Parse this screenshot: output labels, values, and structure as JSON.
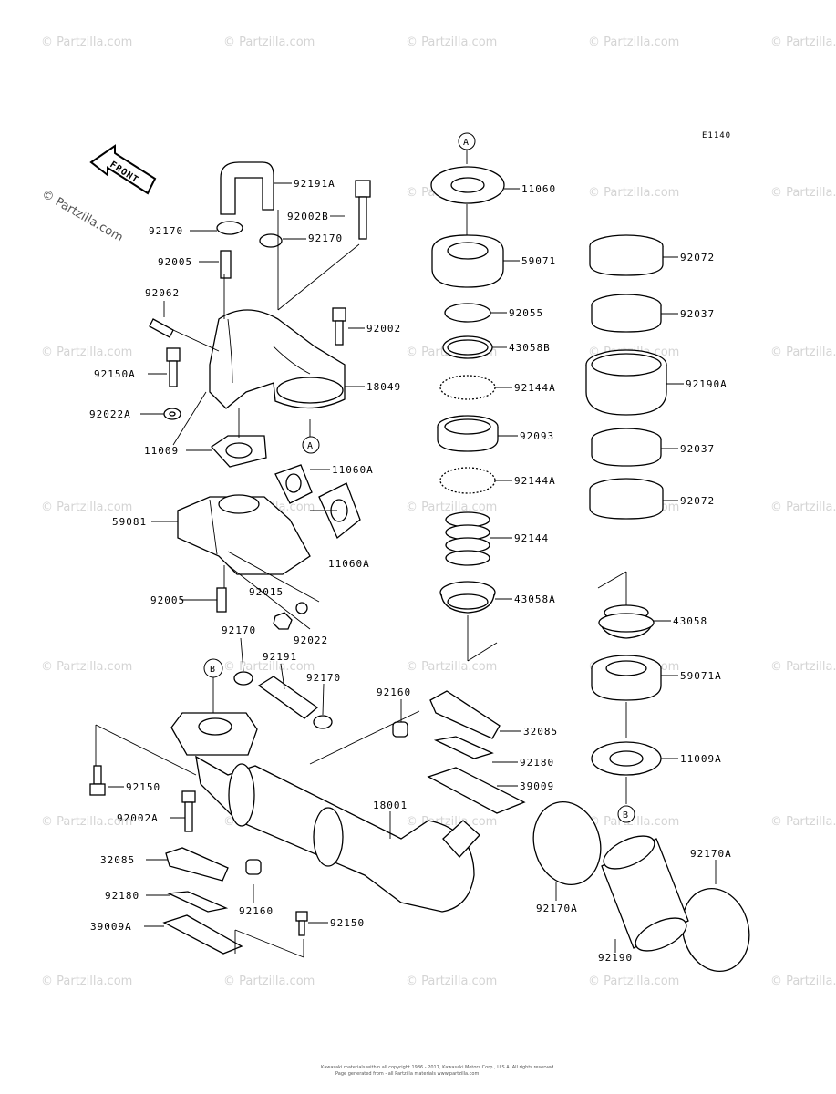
{
  "diagram_code": "E1140",
  "front_label": "FRONT",
  "watermark": "© Partzilla.com",
  "side_watermark": "© Partzilla.com",
  "ref_a": "A",
  "ref_b": "B",
  "footer_line1": "Kawasaki materials within all copyright 1986 - 2017, Kawasaki Motors Corp., U.S.A. All rights reserved.",
  "footer_line2": "Page generated from - all Partzilla materials www.partzilla.com",
  "labels": {
    "p92191A": "92191A",
    "p92002B": "92002B",
    "p92170_a": "92170",
    "p92170_b": "92170",
    "p92005_a": "92005",
    "p92062": "92062",
    "p92002": "92002",
    "p92150A": "92150A",
    "p18049": "18049",
    "p92022A": "92022A",
    "p11009": "11009",
    "p11060A_a": "11060A",
    "p59081": "59081",
    "p11060A_b": "11060A",
    "p92005_b": "92005",
    "p92015": "92015",
    "p92022": "92022",
    "p92170_c": "92170",
    "p92191": "92191",
    "p92170_d": "92170",
    "p92160_a": "92160",
    "p32085_a": "32085",
    "p92180_a": "92180",
    "p39009": "39009",
    "p92150_a": "92150",
    "p92002A": "92002A",
    "p18001": "18001",
    "p32085_b": "32085",
    "p92180_b": "92180",
    "p92160_b": "92160",
    "p92150_b": "92150",
    "p39009A": "39009A",
    "p11060": "11060",
    "p59071": "59071",
    "p92055": "92055",
    "p43058B": "43058B",
    "p92144A_a": "92144A",
    "p92093": "92093",
    "p92144A_b": "92144A",
    "p92144": "92144",
    "p43058A": "43058A",
    "p92072_a": "92072",
    "p92037_a": "92037",
    "p92190A": "92190A",
    "p92037_b": "92037",
    "p92072_b": "92072",
    "p43058": "43058",
    "p59071A": "59071A",
    "p11009A": "11009A",
    "p92170A_a": "92170A",
    "p92170A_b": "92170A",
    "p92190": "92190"
  }
}
